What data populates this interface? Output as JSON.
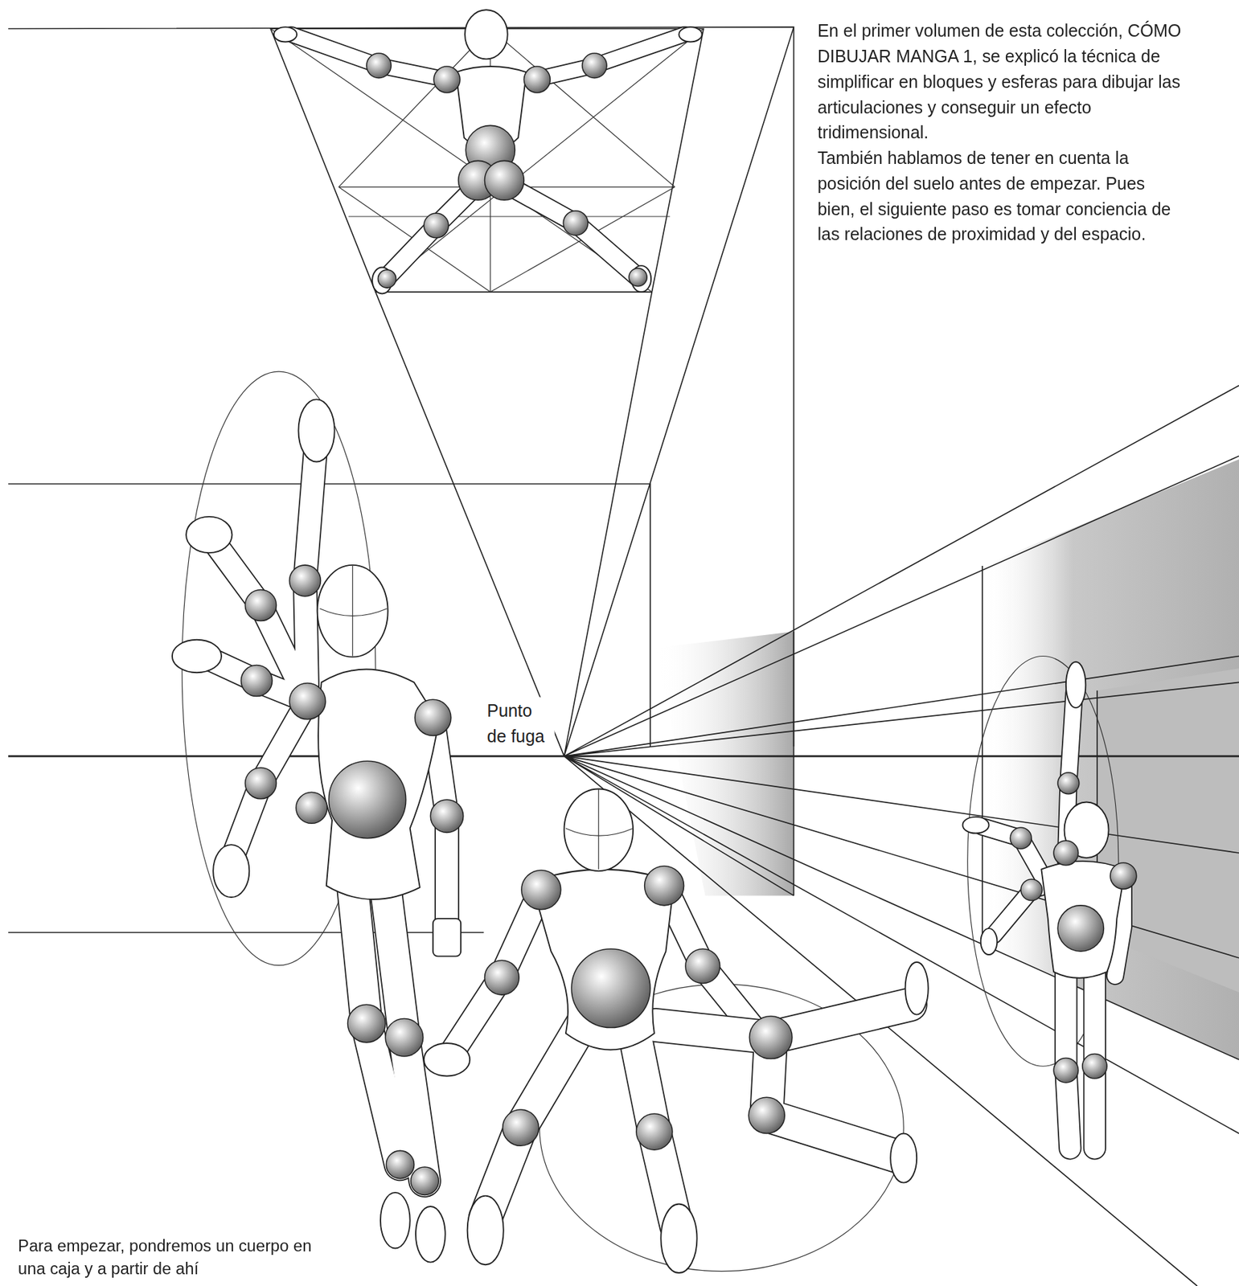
{
  "diagram": {
    "labels": [
      "En el primer volumen de esta colección, CÓMO DIBUJAR MANGA 1, se explicó la técnica de simplificar en bloques y esferas para dibujar las articulaciones y conseguir un efecto tridimensional.",
      "También hablamos de tener en cuenta la posición del suelo antes de empezar. Pues bien, el siguiente paso es tomar conciencia de las relaciones de proximidad y del espacio.",
      "Punto de fuga",
      "Para empezar, pondremos un cuerpo en una caja y a partir de ahí"
    ]
  }
}
